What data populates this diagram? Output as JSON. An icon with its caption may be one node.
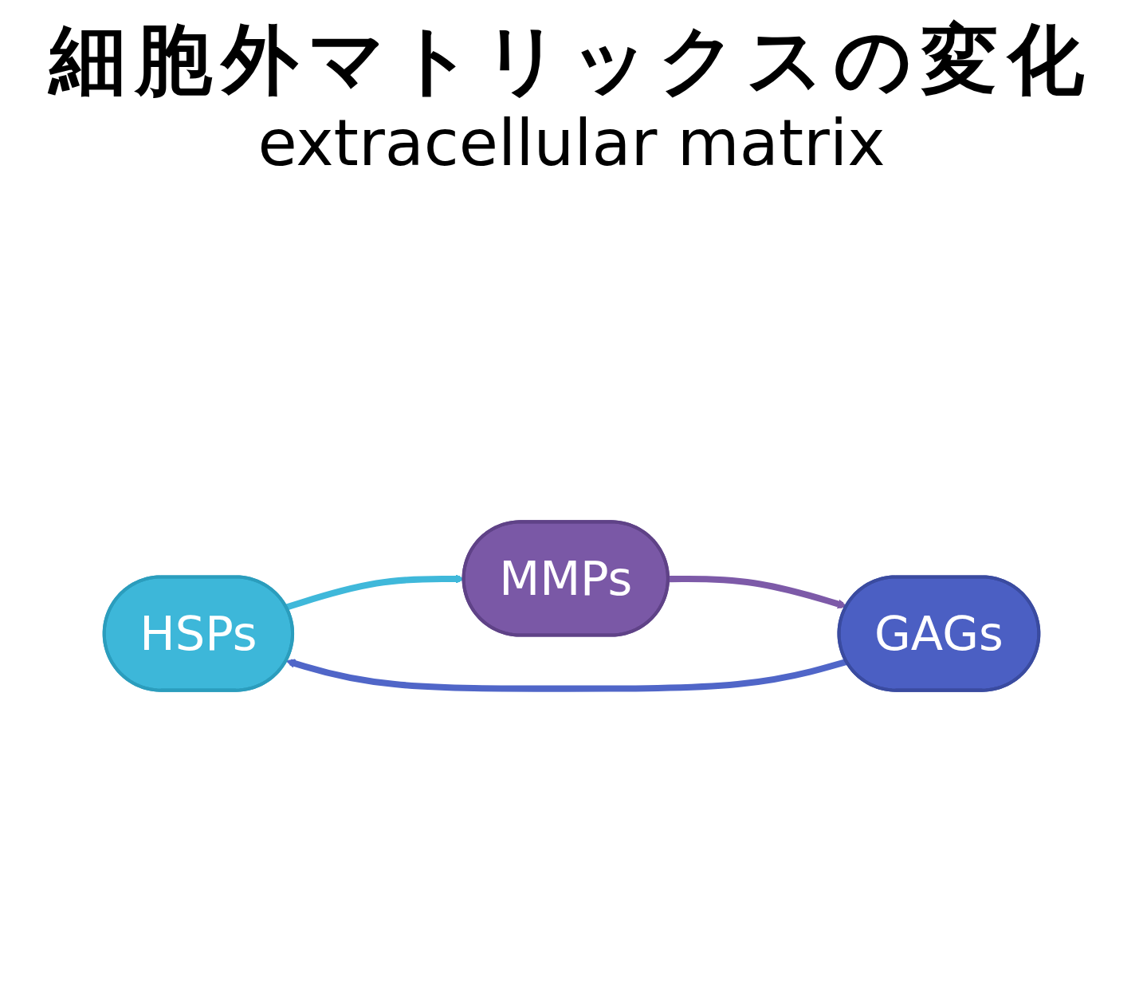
{
  "diagram": {
    "title": "細胞外マトリックスの変化",
    "nodes": [
      {
        "text": [
          "HSPs"
        ]
      },
      {
        "text": [
          "MMPs"
        ]
      },
      {
        "text": [
          "GAGs"
        ]
      }
    ],
    "edges": [
      {
        "from": 0,
        "to": 1,
        "arrow": "to",
        "color": "#3fb8da"
      },
      {
        "from": 1,
        "to": 2,
        "arrow": "to",
        "color": "#7d5aa8"
      },
      {
        "from": 2,
        "to": 0,
        "arrow": "to",
        "color": "#5066c8"
      }
    ],
    "labels": [
      "extracellular matrix"
    ]
  }
}
